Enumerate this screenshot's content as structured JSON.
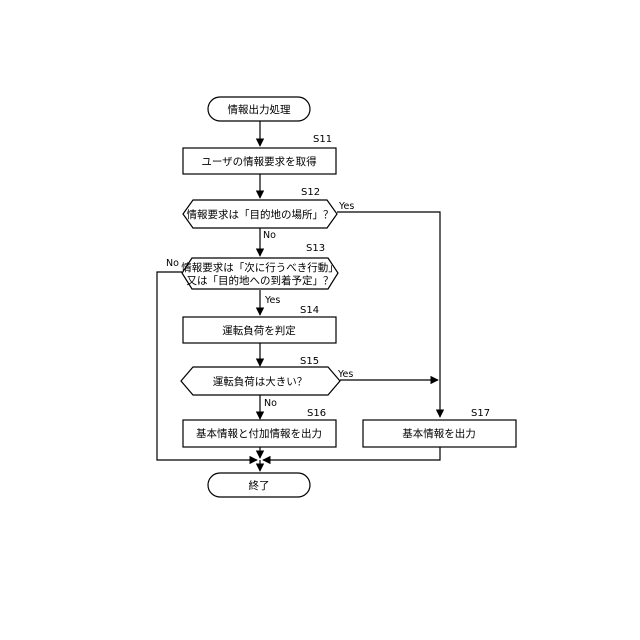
{
  "nodes": {
    "start": "情報出力処理",
    "s11": "ユーザの情報要求を取得",
    "s12": "情報要求は「目的地の場所」？",
    "s13_line1": "情報要求は「次に行うべき行動」",
    "s13_line2": "又は「目的地への到着予定」？",
    "s14": "運転負荷を判定",
    "s15": "運転負荷は大きい？",
    "s16": "基本情報と付加情報を出力",
    "s17": "基本情報を出力",
    "end": "終了"
  },
  "steps": {
    "s11": "S11",
    "s12": "S12",
    "s13": "S13",
    "s14": "S14",
    "s15": "S15",
    "s16": "S16",
    "s17": "S17"
  },
  "edges": {
    "s12_yes": "Yes",
    "s12_no": "No",
    "s13_yes": "Yes",
    "s13_no": "No",
    "s15_yes": "Yes",
    "s15_no": "No"
  }
}
